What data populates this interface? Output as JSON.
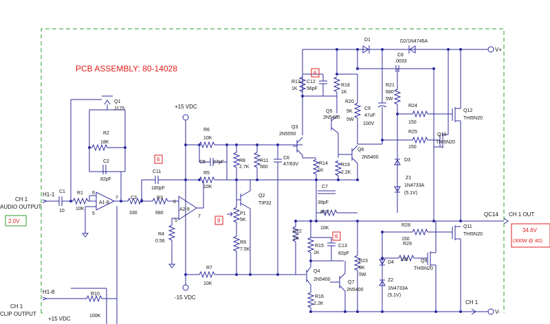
{
  "title": "PCB ASSEMBLY:  80-14028",
  "rails": {
    "vpos": "V+",
    "vneg": "V-",
    "p15a": "+15 VDC",
    "p15b": "+15 VDC",
    "m15": "-15 VDC"
  },
  "io": {
    "in_name": "CH 1",
    "in_label": "AUDIO OUTPUT",
    "in_level": "2.0V",
    "clip_name": "CH 1",
    "clip_label": "CLIP OUTPUT",
    "h1_1": "H1-1",
    "h1_8": "H1-8",
    "out_name": "CH 1 OUT",
    "qc": "QC14",
    "out_level": "34.6V",
    "out_power": "(300W @ 4Ω)",
    "ch1": "CH 1"
  },
  "markers": {
    "m6a": "6",
    "m6b": "6",
    "m6c": "6",
    "m9": "9"
  },
  "opamps": {
    "u1": "A1-8",
    "u2": "A2-9"
  },
  "pins": {
    "p6": "6",
    "p7": "7",
    "p5": "5",
    "q6": "6",
    "q7": "7",
    "q5": "5"
  },
  "parts": [
    {
      "key": "c1",
      "ref": "C1",
      "val": "10"
    },
    {
      "key": "r1",
      "ref": "R1",
      "val": "10K"
    },
    {
      "key": "q1",
      "ref": "Q1",
      "val": "J175"
    },
    {
      "key": "r2",
      "ref": "R2",
      "val": "18K"
    },
    {
      "key": "c2",
      "ref": "C2",
      "val": "82pF"
    },
    {
      "key": "c3",
      "ref": "C3",
      "val": "330"
    },
    {
      "key": "r3",
      "ref": "R3",
      "val": "680"
    },
    {
      "key": "r4",
      "ref": "R4",
      "val": "0.56"
    },
    {
      "key": "c11",
      "ref": "C11",
      "val": "180pF"
    },
    {
      "key": "r6",
      "ref": "R6",
      "val": "10K"
    },
    {
      "key": "c5",
      "ref": "C5",
      "val": "27pF"
    },
    {
      "key": "r5",
      "ref": "R5",
      "val": "10K"
    },
    {
      "key": "r8",
      "ref": "R8",
      "val": "2.7K"
    },
    {
      "key": "r11",
      "ref": "R11",
      "val": "560"
    },
    {
      "key": "c6",
      "ref": "C6",
      "val": "47/63V"
    },
    {
      "key": "q2",
      "ref": "Q2",
      "val": "TIP32"
    },
    {
      "key": "p1",
      "ref": "P1",
      "val": "5K"
    },
    {
      "key": "r9",
      "ref": "R9",
      "val": "7.5K"
    },
    {
      "key": "r7",
      "ref": "R7",
      "val": "10K"
    },
    {
      "key": "r10",
      "ref": "R10",
      "val": "100K"
    },
    {
      "key": "q3",
      "ref": "Q3",
      "val": "2N5550"
    },
    {
      "key": "r13",
      "ref": "R13",
      "val": "1K"
    },
    {
      "key": "c12",
      "ref": "C12",
      "val": "56pF"
    },
    {
      "key": "r18",
      "ref": "R18",
      "val": "1K"
    },
    {
      "key": "q5",
      "ref": "Q5",
      "val": "2N5400"
    },
    {
      "key": "r14",
      "ref": "R14",
      "val": "1K"
    },
    {
      "key": "r20",
      "ref": "R20",
      "val": "5K"
    },
    {
      "key": "c9",
      "ref": "C9",
      "val": "47uF"
    },
    {
      "key": "r21",
      "ref": "R21",
      "val": "680"
    },
    {
      "key": "q6",
      "ref": "Q6",
      "val": "2N5400"
    },
    {
      "key": "r19",
      "ref": "R19",
      "val": "2.2K"
    },
    {
      "key": "c7",
      "ref": "C7",
      "val": "39pF"
    },
    {
      "key": "r17",
      "ref": "R17",
      "val": "10K"
    },
    {
      "key": "r12",
      "ref": "R12",
      "val": "1K"
    },
    {
      "key": "r15",
      "ref": "R15",
      "val": "1K"
    },
    {
      "key": "c13",
      "ref": "C13",
      "val": "82pF"
    },
    {
      "key": "q4",
      "ref": "Q4",
      "val": "2N5400"
    },
    {
      "key": "r16",
      "ref": "R16",
      "val": "2.2K"
    },
    {
      "key": "r23",
      "ref": "R23",
      "val": "5K"
    },
    {
      "key": "q7",
      "ref": "Q7",
      "val": "2N5400"
    },
    {
      "key": "d1",
      "ref": "D1",
      "val": ""
    },
    {
      "key": "d2",
      "ref": "D2/1N4745A",
      "val": ""
    },
    {
      "key": "c8",
      "ref": "C8",
      "val": ".0033"
    },
    {
      "key": "r24",
      "ref": "R24",
      "val": "150"
    },
    {
      "key": "r25",
      "ref": "R25",
      "val": "150"
    },
    {
      "key": "d3",
      "ref": "D3",
      "val": ""
    },
    {
      "key": "z1",
      "ref": "Z1",
      "val": "1N4733A"
    },
    {
      "key": "q12",
      "ref": "Q12",
      "val": "THI5N20"
    },
    {
      "key": "q10",
      "ref": "Q10",
      "val": "THI5N20"
    },
    {
      "key": "r28",
      "ref": "R28",
      "val": "150"
    },
    {
      "key": "r29",
      "ref": "R29",
      "val": "150"
    },
    {
      "key": "q11",
      "ref": "Q11",
      "val": "THI5N20"
    },
    {
      "key": "q9",
      "ref": "Q9",
      "val": "THI5N20"
    },
    {
      "key": "d4",
      "ref": "D4",
      "val": ""
    },
    {
      "key": "z2",
      "ref": "Z2",
      "val": "1N4733A"
    }
  ],
  "extras": {
    "r20w": "5W",
    "c9v": "100V",
    "r21w": "5W",
    "z1v": "(5.1V)",
    "r23w": "5W",
    "z2v": "(5.1V)"
  }
}
